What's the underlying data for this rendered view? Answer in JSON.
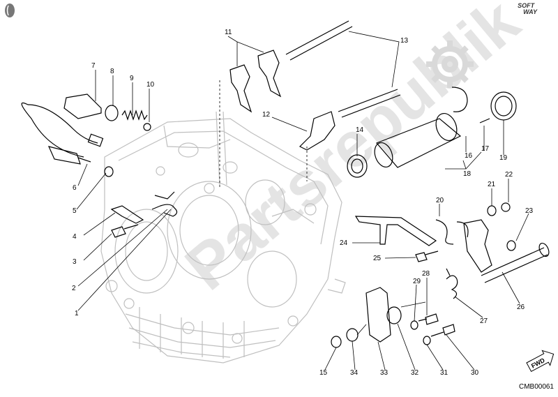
{
  "branding": {
    "soft": "SOFT",
    "way": "WAY"
  },
  "document_code": "CMB00061",
  "fwd_label": "FWD",
  "watermark": "Partsrepublik",
  "callouts": [
    {
      "num": "1"
    },
    {
      "num": "2"
    },
    {
      "num": "3"
    },
    {
      "num": "4"
    },
    {
      "num": "5"
    },
    {
      "num": "6"
    },
    {
      "num": "7"
    },
    {
      "num": "8"
    },
    {
      "num": "9"
    },
    {
      "num": "10"
    },
    {
      "num": "11"
    },
    {
      "num": "12"
    },
    {
      "num": "13"
    },
    {
      "num": "14"
    },
    {
      "num": "16"
    },
    {
      "num": "17"
    },
    {
      "num": "18"
    },
    {
      "num": "19"
    },
    {
      "num": "20"
    },
    {
      "num": "21"
    },
    {
      "num": "22"
    },
    {
      "num": "23"
    },
    {
      "num": "24"
    },
    {
      "num": "25"
    },
    {
      "num": "26"
    },
    {
      "num": "27"
    },
    {
      "num": "28"
    },
    {
      "num": "29"
    },
    {
      "num": "15"
    },
    {
      "num": "34"
    },
    {
      "num": "33"
    },
    {
      "num": "32"
    },
    {
      "num": "31"
    },
    {
      "num": "30"
    }
  ]
}
